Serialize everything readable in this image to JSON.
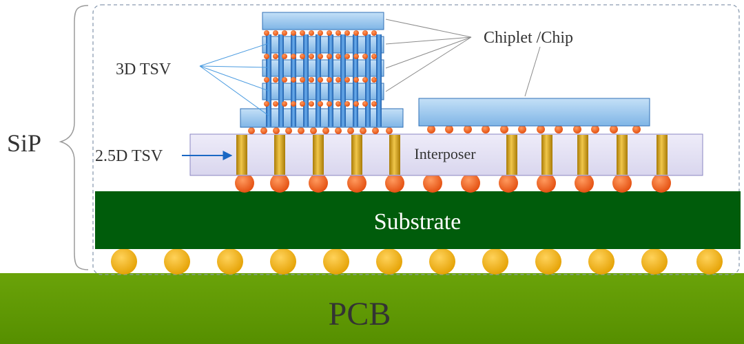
{
  "labels": {
    "sip": "SiP",
    "tsv3d": "3D TSV",
    "tsv25d": "2.5D TSV",
    "chiplet": "Chiplet /Chip",
    "interposer": "Interposer",
    "substrate": "Substrate",
    "pcb": "PCB"
  },
  "colors": {
    "chip_fill": "#9cc8ef",
    "chip_stroke": "#2f6fb5",
    "tsv_column": "#3a82d1",
    "microbump": "#ef5a1e",
    "interposer_fill": "#e4e1f4",
    "interposer_stroke": "#8a86c2",
    "tsv_pillar": "#d2a015",
    "c4_bump": "#f05e14",
    "substrate": "#005c0b",
    "bga_ball": "#f3b40d",
    "pcb": "#5b9400",
    "leader_line": "#4a9be0",
    "arrow": "#1a67c4"
  },
  "icons": {
    "sip_bracket": "curly-brace-icon",
    "tsv25d_pointer": "arrow-right-icon"
  }
}
